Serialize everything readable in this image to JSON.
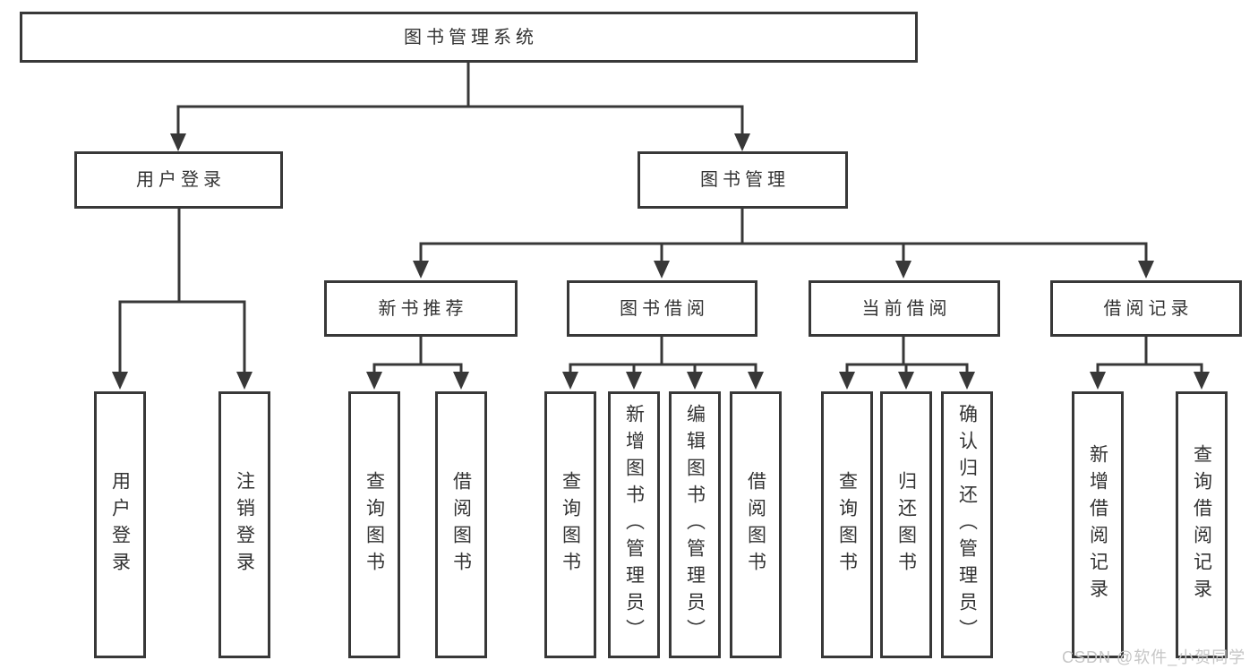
{
  "diagram": {
    "root": {
      "label": "图书管理系统"
    },
    "level2": [
      {
        "label": "用户登录"
      },
      {
        "label": "图书管理"
      }
    ],
    "level3": [
      {
        "label": "新书推荐"
      },
      {
        "label": "图书借阅"
      },
      {
        "label": "当前借阅"
      },
      {
        "label": "借阅记录"
      }
    ],
    "leaves": [
      {
        "label": "用户登录",
        "parent": "用户登录"
      },
      {
        "label": "注销登录",
        "parent": "用户登录"
      },
      {
        "label": "查询图书",
        "parent": "新书推荐"
      },
      {
        "label": "借阅图书",
        "parent": "新书推荐"
      },
      {
        "label": "查询图书",
        "parent": "图书借阅"
      },
      {
        "label": "新增图书（管理员）",
        "parent": "图书借阅"
      },
      {
        "label": "编辑图书（管理员）",
        "parent": "图书借阅"
      },
      {
        "label": "借阅图书",
        "parent": "图书借阅"
      },
      {
        "label": "查询图书",
        "parent": "当前借阅"
      },
      {
        "label": "归还图书",
        "parent": "当前借阅"
      },
      {
        "label": "确认归还（管理员）",
        "parent": "当前借阅"
      },
      {
        "label": "新增借阅记录",
        "parent": "借阅记录"
      },
      {
        "label": "查询借阅记录",
        "parent": "借阅记录"
      }
    ],
    "colors": {
      "line": "#383838",
      "box_border": "#383838",
      "box_fill": "#ffffff",
      "text": "#333333"
    }
  },
  "watermark": {
    "text": "CSDN @软件_小贺同学",
    "color": "#c6c6c6"
  }
}
